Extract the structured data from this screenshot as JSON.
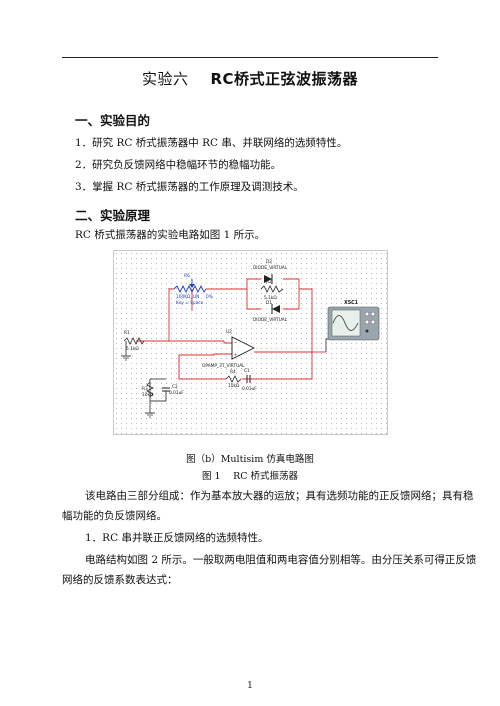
{
  "title": {
    "number": "实验六",
    "name": "RC桥式正弦波振荡器"
  },
  "section1": {
    "heading": "一、实验目的",
    "items": [
      "1．研究 RC 桥式振荡器中 RC 串、并联网络的选频特性。",
      "2．研究负反馈网络中稳幅环节的稳幅功能。",
      "3．掌握 RC 桥式振荡器的工作原理及调测技术。"
    ]
  },
  "section2": {
    "heading": "二、实验原理",
    "intro": "RC 桥式振荡器的实验电路如图 1 所示。"
  },
  "circuit": {
    "labels": {
      "d2": "D2",
      "d2_type": "DIODE_VIRTUAL",
      "d1": "D1",
      "d1_type": "DIODE_VIRTUAL",
      "r2": "R2",
      "r2_val": "5.1kΩ",
      "r6": "R6",
      "r6_val": "100KΩ_LIN",
      "r6_pct": "0%",
      "r6_key": "Key = Space",
      "r1": "R1",
      "r1_val": "5.1kΩ",
      "u2": "U2",
      "u2_type": "OPAMP_3T_VIRTUAL",
      "r4": "R4",
      "r4_val": "10kΩ",
      "c1": "C1",
      "c1_val": "0.01uF",
      "r3": "R3",
      "r3_val": "10kΩ",
      "c2": "C2",
      "c2_val": "0.01uF",
      "xsc": "XSC1"
    },
    "colors": {
      "wire": "#e03030",
      "wire_dark": "#cc2020",
      "component": "#222222",
      "pot": "#2040c0",
      "scope_body": "#9aa6ad"
    }
  },
  "caption_sub": "图（b）Multisim 仿真电路图",
  "caption_main": "图 1　 RC 桥式振荡器",
  "paragraphs": [
    "该电路由三部分组成：作为基本放大器的运放；具有选频功能的正反馈网络；具有稳",
    "幅功能的负反馈网络。"
  ],
  "item1": "1．RC 串并联正反馈网络的选频特性。",
  "para2": [
    "电路结构如图 2 所示。一般取两电阻值和两电容值分别相等。由分压关系可得正反馈",
    "网络的反馈系数表达式："
  ],
  "page_number": "1"
}
